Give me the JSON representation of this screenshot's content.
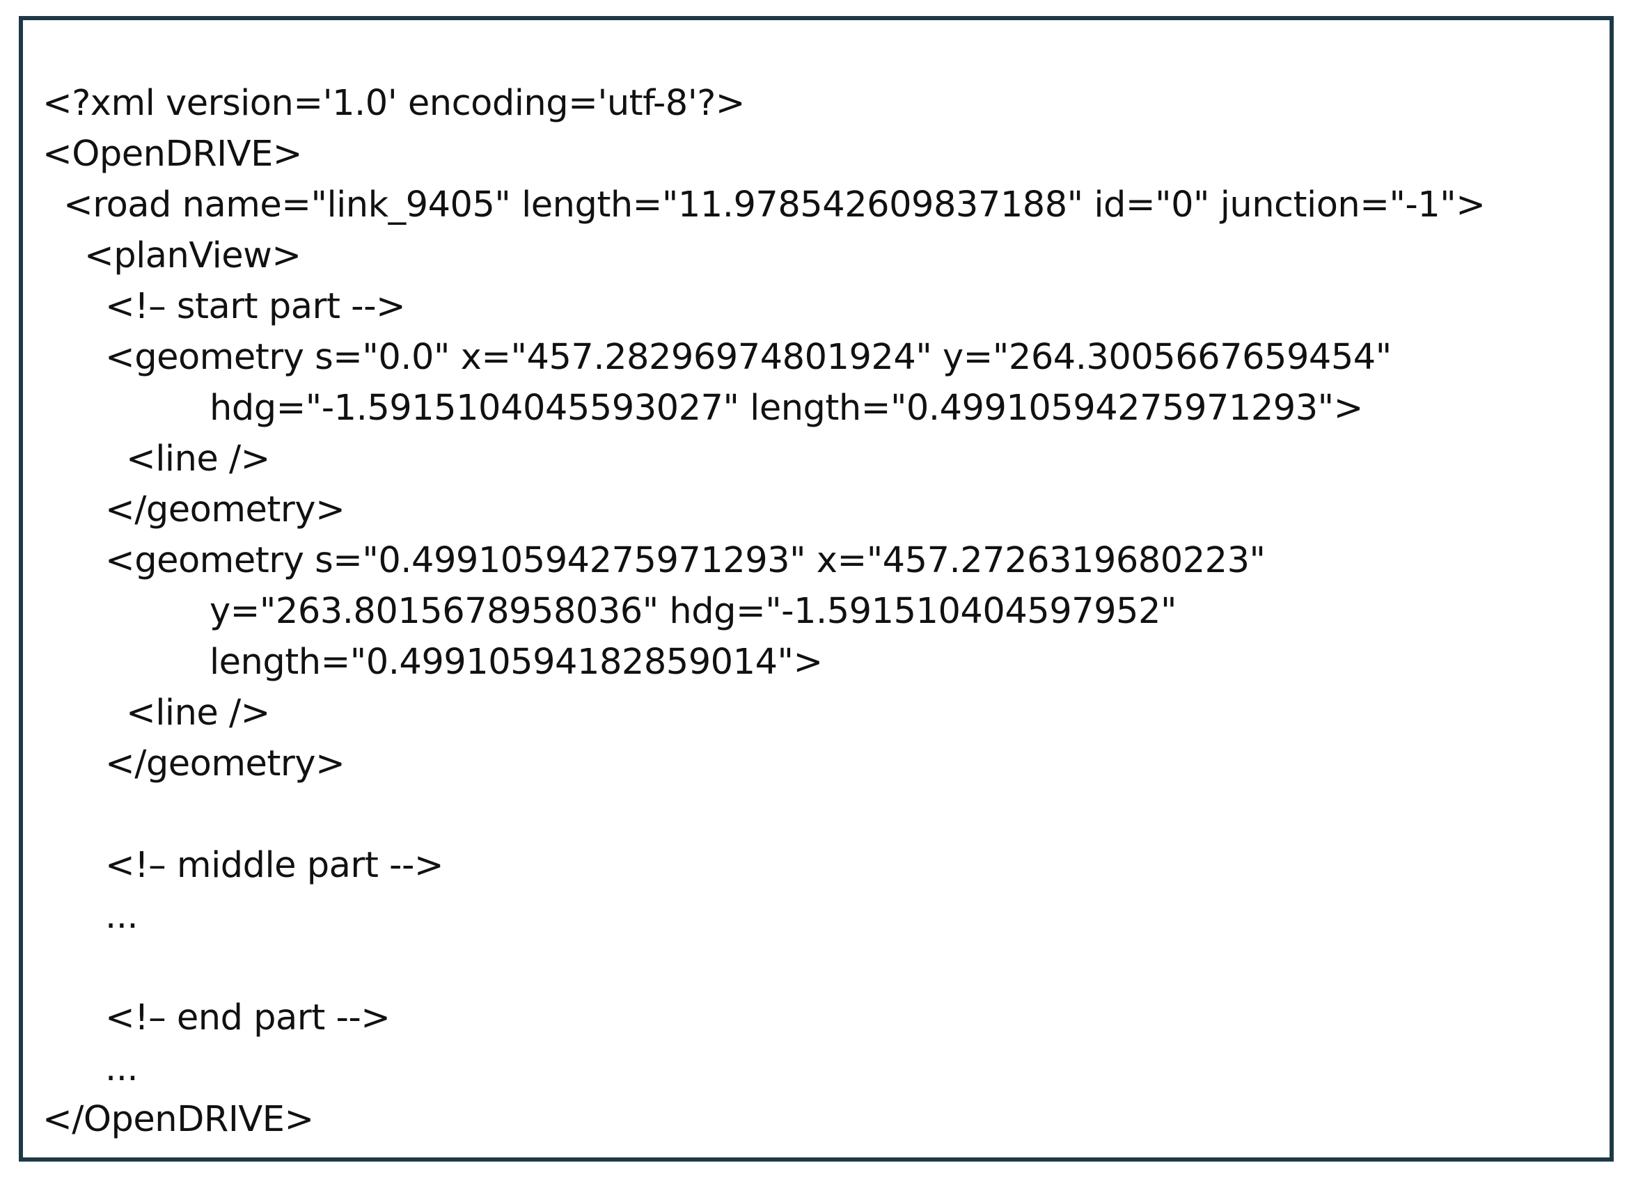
{
  "code_lines": [
    "<?xml version='1.0' encoding='utf-8'?>",
    "<OpenDRIVE>",
    "<road name=\"link_9405\" length=\"11.978542609837188\" id=\"0\" junction=\"-1\">",
    "<planView>",
    "<!– start part -->",
    "<geometry s=\"0.0\" x=\"457.28296974801924\" y=\"264.3005667659454\"",
    "hdg=\"-1.5915104045593027\" length=\"0.49910594275971293\">",
    "<line />",
    "</geometry>",
    "<geometry s=\"0.49910594275971293\" x=\"457.2726319680223\"",
    "y=\"263.8015678958036\" hdg=\"-1.591510404597952\"",
    "length=\"0.49910594182859014\">",
    "<line />",
    "</geometry>",
    "<!– middle part -->",
    "...",
    "<!– end part -->",
    "...",
    "</OpenDRIVE>"
  ],
  "colors": {
    "border": "#1e3946",
    "text": "#111111",
    "background": "#ffffff"
  }
}
